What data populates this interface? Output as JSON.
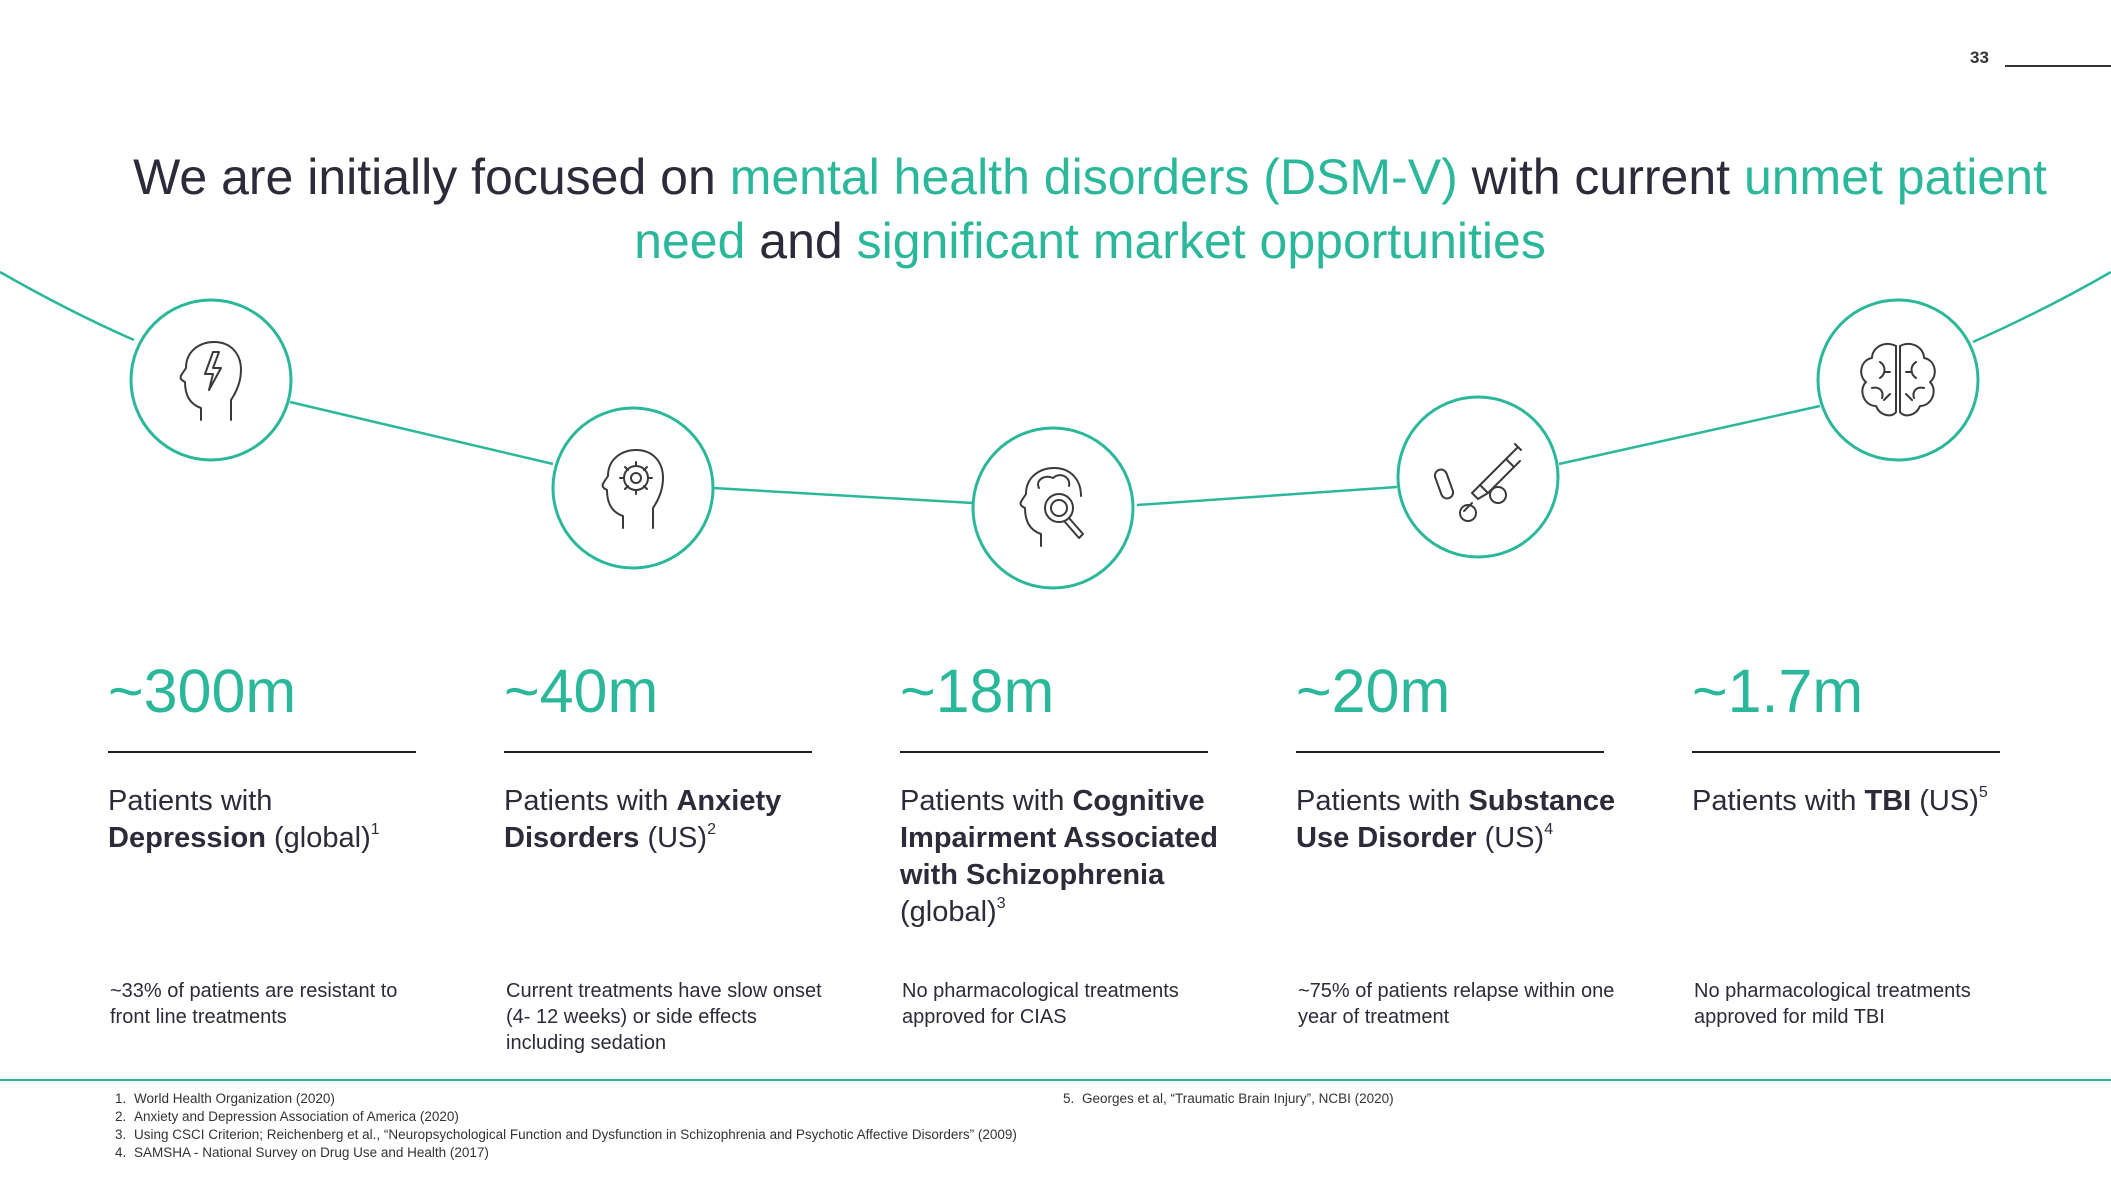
{
  "page_number": "33",
  "title": {
    "p1": "We are initially focused on ",
    "p2": "mental health disorders (DSM-V)",
    "p3": " with current ",
    "p4": "unmet patient need",
    "p5": " and ",
    "p6": "significant market opportunities"
  },
  "colors": {
    "accent": "#2bb89a",
    "text": "#2b2b3a"
  },
  "icons": [
    "head-lightning-icon",
    "head-gear-icon",
    "head-magnifier-icon",
    "pills-syringe-icon",
    "brain-icon"
  ],
  "columns": [
    {
      "stat": "~300m",
      "pre": "Patients with ",
      "bold": "Depression",
      "post": " (global)",
      "sup": "1",
      "note": "~33% of patients are resistant to front line treatments"
    },
    {
      "stat": "~40m",
      "pre": "Patients with ",
      "bold": "Anxiety Disorders",
      "post": " (US)",
      "sup": "2",
      "note": "Current treatments have slow onset (4- 12 weeks) or side effects including sedation"
    },
    {
      "stat": "~18m",
      "pre": "Patients with ",
      "bold": "Cognitive Impairment Associated with Schizophrenia",
      "post": " (global)",
      "sup": "3",
      "note": "No pharmacological treatments approved for CIAS"
    },
    {
      "stat": "~20m",
      "pre": "Patients with ",
      "bold": "Substance Use Disorder",
      "post": " (US)",
      "sup": "4",
      "note": "~75% of patients relapse within one year of treatment"
    },
    {
      "stat": "~1.7m",
      "pre": "Patients with ",
      "bold": "TBI",
      "post": " (US)",
      "sup": "5",
      "note": "No pharmacological treatments approved for mild TBI"
    }
  ],
  "footnotes_left": [
    "World Health Organization (2020)",
    "Anxiety and Depression Association of America (2020)",
    "Using CSCI Criterion; Reichenberg et al., “Neuropsychological Function and Dysfunction in Schizophrenia and Psychotic Affective Disorders” (2009)",
    "SAMSHA - National Survey on Drug Use and Health (2017)"
  ],
  "footnotes_right": [
    "Georges et al, “Traumatic Brain Injury”, NCBI (2020)"
  ]
}
